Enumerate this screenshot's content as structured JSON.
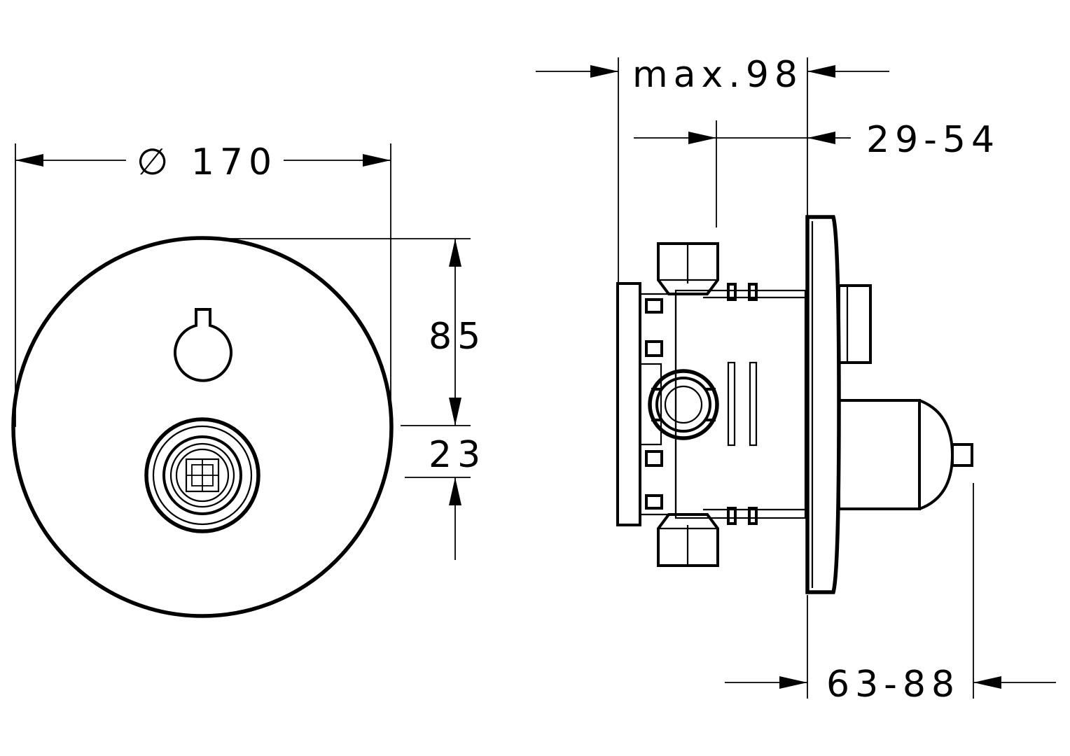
{
  "drawing": {
    "front_view": {
      "diameter": "∅ 170",
      "height_upper": "85",
      "height_lower": "23"
    },
    "side_view": {
      "depth_max": "max.98",
      "wall_range": "29-54",
      "projection_range": "63-88"
    }
  }
}
